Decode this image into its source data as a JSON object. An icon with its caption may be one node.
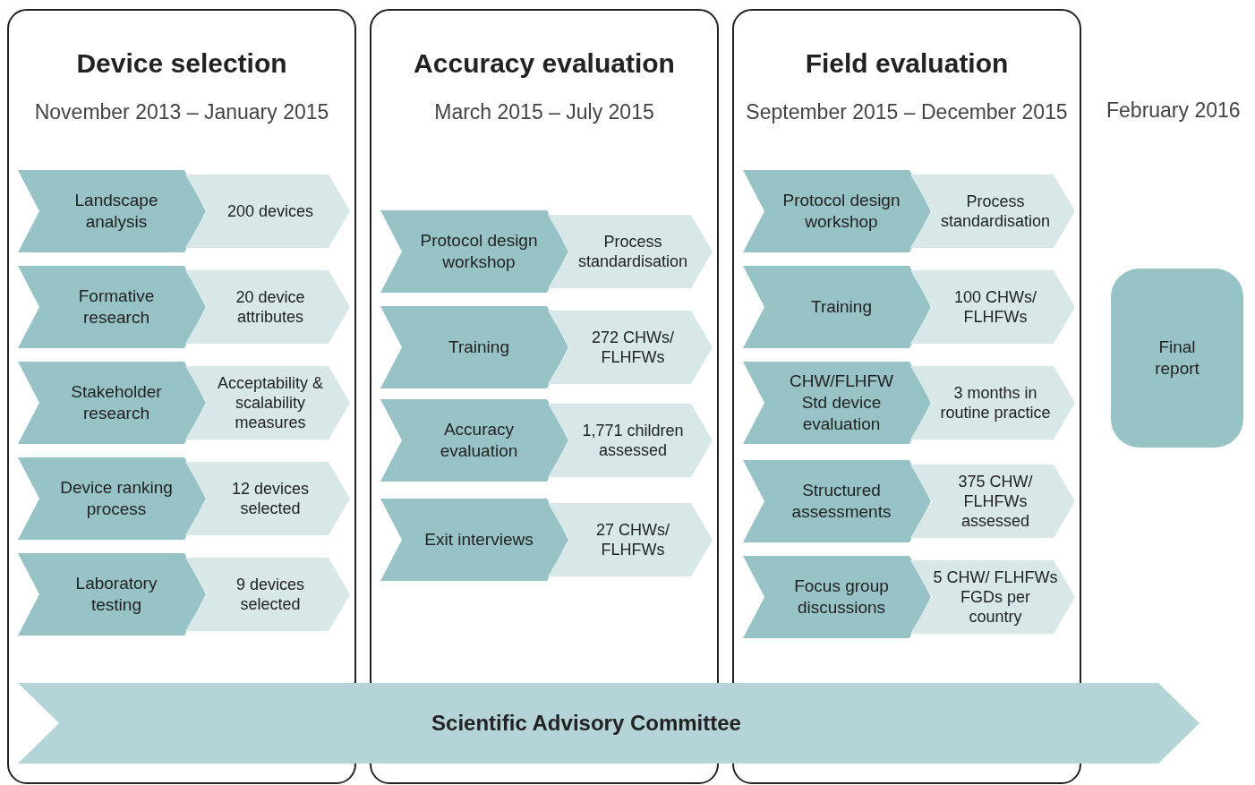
{
  "diagram": {
    "nodes": [
      {
        "text": [
          "Device selection",
          "November 2013 – January 2015"
        ]
      },
      {
        "text": [
          "Landscape analysis"
        ],
        "in": 0
      },
      {
        "text": [
          "200 devices"
        ],
        "in": 0
      },
      {
        "text": [
          "Formative research"
        ],
        "in": 0
      },
      {
        "text": [
          "20 device attributes"
        ],
        "in": 0
      },
      {
        "text": [
          "Stakeholder research"
        ],
        "in": 0
      },
      {
        "text": [
          "Acceptability & scalability measures"
        ],
        "in": 0
      },
      {
        "text": [
          "Device ranking process"
        ],
        "in": 0
      },
      {
        "text": [
          "12 devices selected"
        ],
        "in": 0
      },
      {
        "text": [
          "Laboratory testing"
        ],
        "in": 0
      },
      {
        "text": [
          "9 devices selected"
        ],
        "in": 0
      },
      {
        "text": [
          "Accuracy evaluation",
          "March 2015 – July 2015"
        ]
      },
      {
        "text": [
          "Protocol design workshop"
        ],
        "in": 11
      },
      {
        "text": [
          "Process standardisation"
        ],
        "in": 11
      },
      {
        "text": [
          "Training"
        ],
        "in": 11
      },
      {
        "text": [
          "272 CHWs/ FLHFWs"
        ],
        "in": 11
      },
      {
        "text": [
          "Accuracy evaluation"
        ],
        "in": 11
      },
      {
        "text": [
          "1,771 children assessed"
        ],
        "in": 11
      },
      {
        "text": [
          "Exit interviews"
        ],
        "in": 11
      },
      {
        "text": [
          "27 CHWs/ FLHFWs"
        ],
        "in": 11
      },
      {
        "text": [
          "Field evaluation",
          "September 2015 – December 2015"
        ]
      },
      {
        "text": [
          "Protocol design workshop"
        ],
        "in": 20
      },
      {
        "text": [
          "Process standardisation"
        ],
        "in": 20
      },
      {
        "text": [
          "Training"
        ],
        "in": 20
      },
      {
        "text": [
          "100 CHWs/ FLHFWs"
        ],
        "in": 20
      },
      {
        "text": [
          "CHW/FLHFW Std device evaluation"
        ],
        "in": 20
      },
      {
        "text": [
          "3 months in routine practice"
        ],
        "in": 20
      },
      {
        "text": [
          "Structured assessments"
        ],
        "in": 20
      },
      {
        "text": [
          "375 CHW/ FLHFWs assessed"
        ],
        "in": 20
      },
      {
        "text": [
          "Focus group discussions"
        ],
        "in": 20
      },
      {
        "text": [
          "5 CHW/ FLHFWs FGDs per country"
        ],
        "in": 20
      },
      {
        "text": [
          "Final report"
        ]
      },
      {
        "text": [
          "Scientific Advisory Committee"
        ]
      }
    ],
    "edges": [],
    "labels": [
      "February 2016"
    ]
  }
}
